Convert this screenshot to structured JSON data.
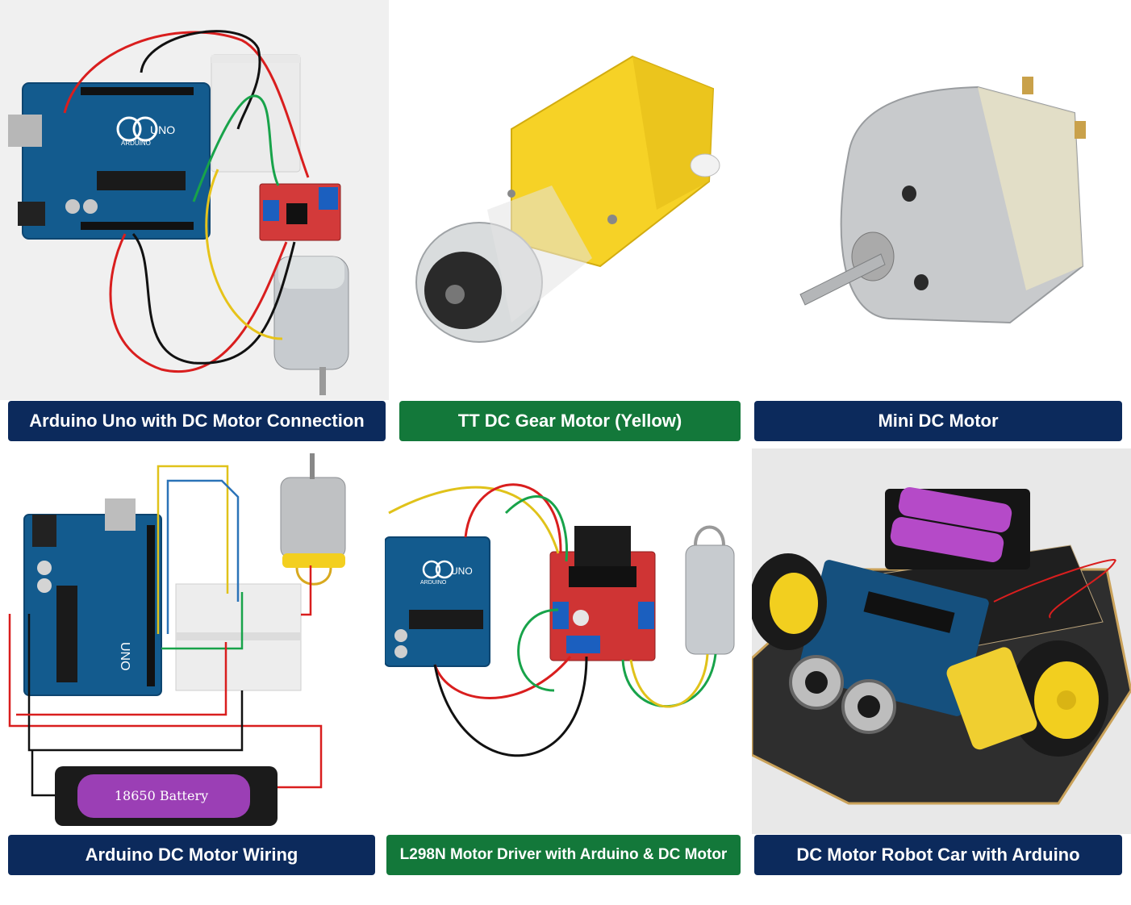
{
  "tiles": [
    {
      "caption": "Arduino Uno with DC Motor Connection",
      "color": "#0c2a5c",
      "board_label": "UNO",
      "brand": "ARDUINO"
    },
    {
      "caption": "TT DC Gear Motor (Yellow)",
      "color": "#13783a"
    },
    {
      "caption": "Mini DC Motor",
      "color": "#0c2a5c"
    },
    {
      "caption": "Arduino DC Motor Wiring",
      "color": "#0c2a5c",
      "battery_label": "18650 Battery",
      "board_label": "UNO"
    },
    {
      "caption": "L298N Motor Driver with Arduino & DC Motor",
      "color": "#13783a",
      "board_label": "UNO",
      "brand": "ARDUINO"
    },
    {
      "caption": "DC Motor Robot Car with Arduino",
      "color": "#0c2a5c"
    }
  ],
  "icons": [
    "arduino-board-icon",
    "dc-motor-icon",
    "gear-motor-icon",
    "breadboard-icon",
    "battery-icon",
    "motor-driver-icon",
    "robot-car-icon"
  ]
}
